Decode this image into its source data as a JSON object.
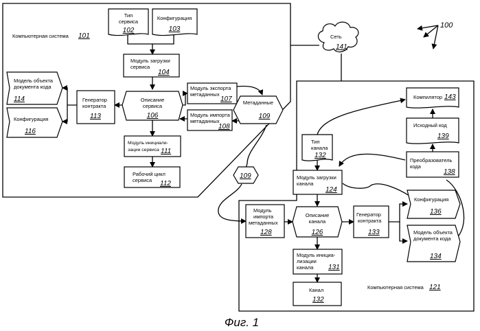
{
  "figure_caption": "Фиг. 1",
  "system_ref": "100",
  "network": {
    "label": "Сеть",
    "num": "141"
  },
  "system1": {
    "label": "Компьютерная система",
    "num": "101",
    "service_type": {
      "label": [
        "Тип",
        "сервиса"
      ],
      "num": "102"
    },
    "config_103": {
      "label": [
        "Конфигурация"
      ],
      "num": "103"
    },
    "loader": {
      "label": [
        "Модуль загрузки",
        "сервиса"
      ],
      "num": "104"
    },
    "description": {
      "label": [
        "Описание",
        "сервиса"
      ],
      "num": "106"
    },
    "export": {
      "label": [
        "Модуль экспорта",
        "метаданных"
      ],
      "num": "107"
    },
    "import": {
      "label": [
        "Модуль импорта",
        "метаданных"
      ],
      "num": "108"
    },
    "metadata": {
      "label": [
        "Метаданные"
      ],
      "num": "109"
    },
    "init": {
      "label": [
        "Модуль инициали-",
        "зации сервиса"
      ],
      "num": "111"
    },
    "loop": {
      "label": [
        "Рабочий цикл",
        "сервиса"
      ],
      "num": "112"
    },
    "generator": {
      "label": [
        "Генератор",
        "контракта"
      ],
      "num": "113"
    },
    "code_model": {
      "label": [
        "Модель объекта",
        "документа кода"
      ],
      "num": "114"
    },
    "config_116": {
      "label": [
        "Конфигурация"
      ],
      "num": "116"
    }
  },
  "metadata_transfer": {
    "num": "109"
  },
  "system2": {
    "label": "Компьютерная система",
    "num": "121",
    "channel_type": {
      "label": [
        "Тип",
        "канала"
      ],
      "num": "132"
    },
    "loader": {
      "label": [
        "Модуль загрузки",
        "канала"
      ],
      "num": "124"
    },
    "description": {
      "label": [
        "Описание",
        "канала"
      ],
      "num": "126"
    },
    "import": {
      "label": [
        "Модуль",
        "импорта",
        "метаданных"
      ],
      "num": "128"
    },
    "init": {
      "label": [
        "Модуль инициа-",
        "лизации",
        "канала"
      ],
      "num": "131"
    },
    "channel": {
      "label": [
        "Канал"
      ],
      "num": "132"
    },
    "generator": {
      "label": [
        "Генератор",
        "контракта"
      ],
      "num": "133"
    },
    "config_136": {
      "label": [
        "Конфигурация"
      ],
      "num": "136"
    },
    "code_model": {
      "label": [
        "Модель объекта",
        "документа кода"
      ],
      "num": "134"
    },
    "converter": {
      "label": [
        "Преобразователь",
        "кода"
      ],
      "num": "138"
    },
    "source": {
      "label": [
        "Исходный код"
      ],
      "num": "139"
    },
    "compiler": {
      "label": [
        "Компилятор"
      ],
      "num": "143"
    }
  }
}
